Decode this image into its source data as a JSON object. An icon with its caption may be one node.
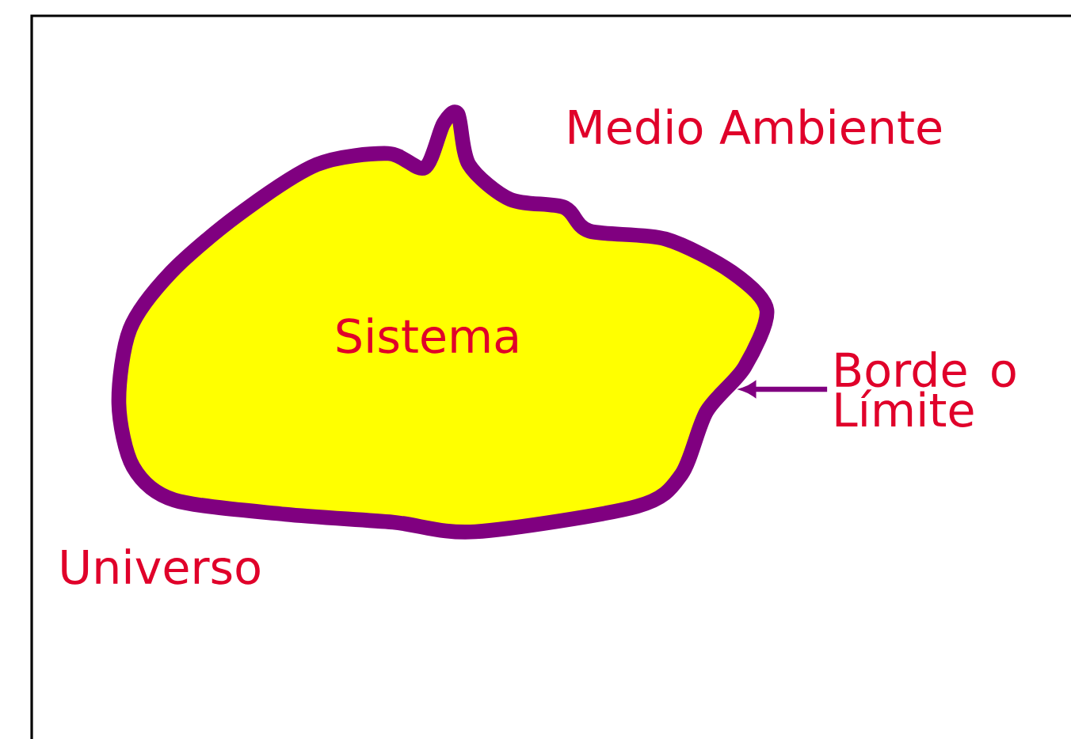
{
  "diagram": {
    "nodes": [
      {
        "text": [
          "Universo"
        ]
      },
      {
        "text": [
          "Sistema"
        ],
        "in": 0
      },
      {
        "text": [
          "Borde o Límite"
        ],
        "in": 0
      }
    ],
    "edges": [
      {
        "from": 2,
        "to": 1,
        "arrow": "to",
        "color": "#800080"
      }
    ],
    "labels": [
      "Medio Ambiente"
    ]
  }
}
